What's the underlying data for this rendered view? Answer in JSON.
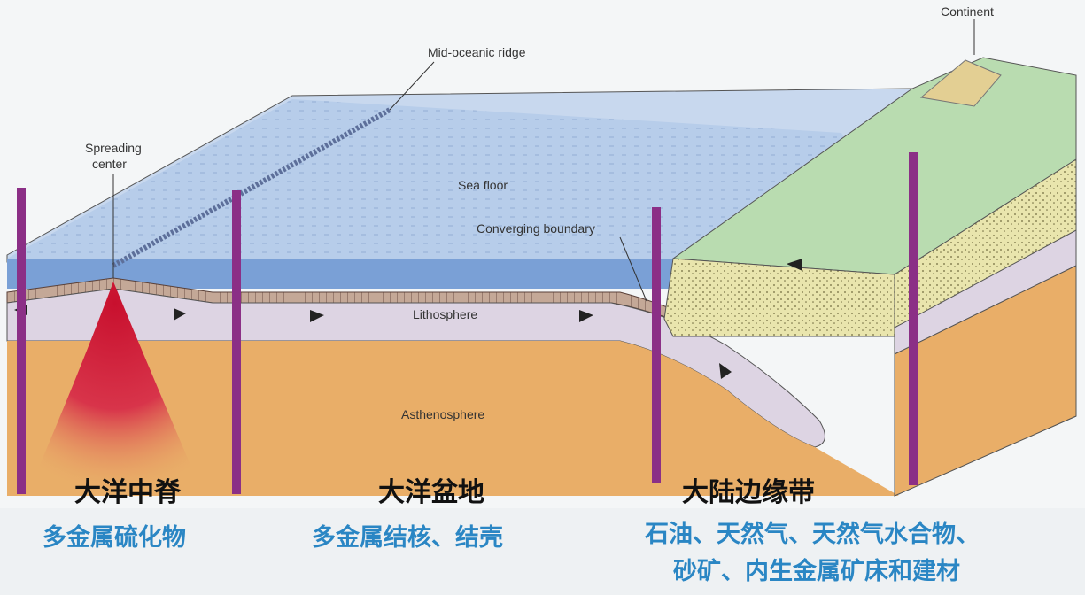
{
  "labels": {
    "continent": "Continent",
    "ridge": "Mid-oceanic ridge",
    "spreading": [
      "Spreading",
      "center"
    ],
    "sea_floor": "Sea floor",
    "converging": "Converging boundary",
    "lithosphere": "Lithosphere",
    "asthenosphere": "Asthenosphere"
  },
  "zones": {
    "ridge": "大洋中脊",
    "basin": "大洋盆地",
    "margin": "大陆边缘带"
  },
  "resources": {
    "ridge": "多金属硫化物",
    "basin": "多金属结核、结壳",
    "margin_line1": "石油、天然气、天然气水合物、",
    "margin_line2": "砂矿、内生金属矿床和建材"
  },
  "colors": {
    "sea": "#a9c3e6",
    "ocean_edge": "#6f97cf",
    "crust_band": "#b79a8a",
    "lithosphere": "#d9d2e0",
    "asthenosphere": "#e9ae68",
    "magma": "#c8102e",
    "continent_top": "#b9dcb0",
    "continent_side": "#e8e2a8",
    "divider_bars": "#8b2f86",
    "resource_text": "#2a86c4"
  }
}
